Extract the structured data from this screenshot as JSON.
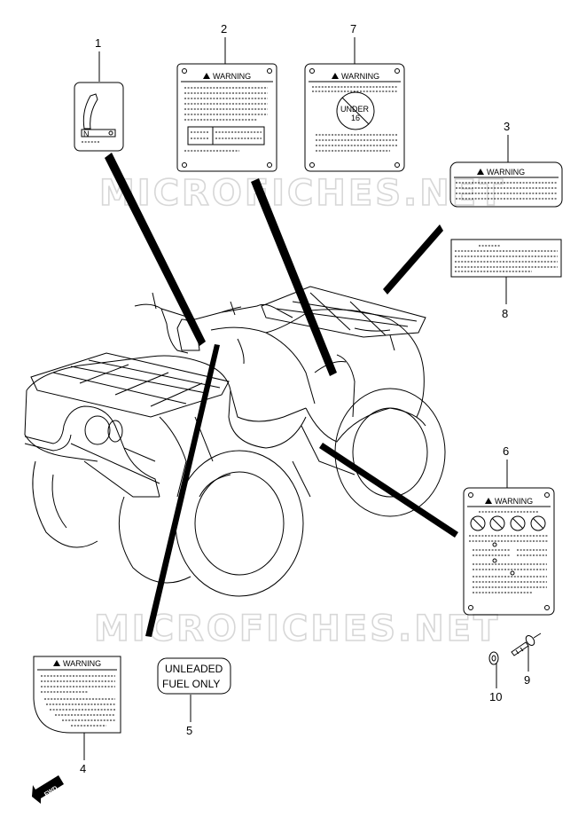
{
  "watermark": "MICROFICHES.NET",
  "callouts": [
    "1",
    "2",
    "3",
    "4",
    "5",
    "6",
    "7",
    "8",
    "9",
    "10"
  ],
  "warning_text": "WARNING",
  "under16": {
    "line1": "UNDER",
    "line2": "16"
  },
  "fuel_label": {
    "line1": "UNLEADED",
    "line2": "FUEL ONLY"
  },
  "fwd_text": "FWD"
}
